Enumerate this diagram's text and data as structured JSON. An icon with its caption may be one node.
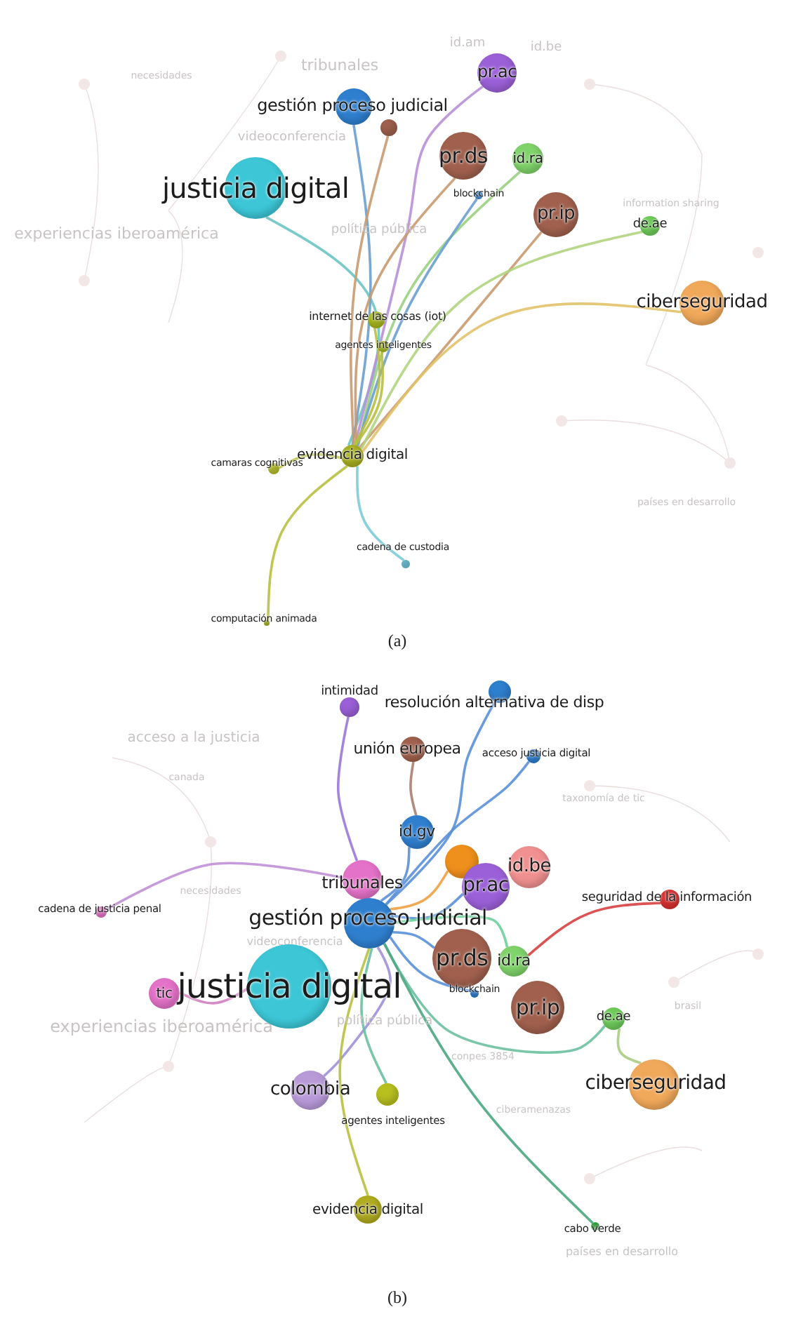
{
  "diagram": {
    "nodes": [
      {
        "text": [
          "justicia digital"
        ]
      },
      {
        "text": [
          "gestión proceso judicial"
        ]
      },
      {
        "text": [],
        "shape": "circle"
      },
      {
        "text": [
          "pr.ac"
        ]
      },
      {
        "text": [
          "pr.ds"
        ]
      },
      {
        "text": [
          "id.ra"
        ]
      },
      {
        "text": [
          "blockchain"
        ]
      },
      {
        "text": [
          "pr.ip"
        ]
      },
      {
        "text": [
          "de.ae"
        ]
      },
      {
        "text": [
          "ciberseguridad"
        ]
      },
      {
        "text": [
          "internet de las cosas (iot)"
        ]
      },
      {
        "text": [
          "agentes inteligentes"
        ]
      },
      {
        "text": [
          "evidencia digital"
        ]
      },
      {
        "text": [
          "camaras cognitivas"
        ]
      },
      {
        "text": [
          "cadena de custodia"
        ]
      },
      {
        "text": [
          "computación animada"
        ]
      },
      {
        "text": [
          "intimidad"
        ]
      },
      {
        "text": [
          "resolución alternativa de disp"
        ]
      },
      {
        "text": [
          "unión europea"
        ]
      },
      {
        "text": [
          "acceso justicia digital"
        ]
      },
      {
        "text": [
          "id.gv"
        ]
      },
      {
        "text": [],
        "shape": "circle"
      },
      {
        "text": [
          "tribunales"
        ]
      },
      {
        "text": [
          "pr.ac"
        ]
      },
      {
        "text": [
          "id.be"
        ]
      },
      {
        "text": [
          "cadena de justicia penal"
        ]
      },
      {
        "text": [
          "seguridad de la información"
        ]
      },
      {
        "text": [
          "gestión proceso judicial"
        ]
      },
      {
        "text": [
          "pr.ds"
        ]
      },
      {
        "text": [
          "id.ra"
        ]
      },
      {
        "text": [
          "blockchain"
        ]
      },
      {
        "text": [
          "tic"
        ]
      },
      {
        "text": [
          "justicia digital"
        ]
      },
      {
        "text": [
          "pr.ip"
        ]
      },
      {
        "text": [
          "de.ae"
        ]
      },
      {
        "text": [
          "colombia"
        ]
      },
      {
        "text": [
          "ciberseguridad"
        ]
      },
      {
        "text": [
          "agentes inteligentes"
        ]
      },
      {
        "text": [
          "evidencia digital"
        ]
      },
      {
        "text": [
          "cabo verde"
        ]
      }
    ],
    "edges": [
      {
        "from": 12,
        "to": 0,
        "arrow": "none",
        "color": "#6cc4c4"
      },
      {
        "from": 12,
        "to": 1,
        "arrow": "none",
        "color": "#6a9fd0"
      },
      {
        "from": 12,
        "to": 2,
        "arrow": "none",
        "color": "#c89a70"
      },
      {
        "from": 12,
        "to": 3,
        "arrow": "none",
        "color": "#b890d8"
      },
      {
        "from": 12,
        "to": 4,
        "arrow": "none",
        "color": "#c89a70"
      },
      {
        "from": 12,
        "to": 5,
        "arrow": "none",
        "color": "#9ad080"
      },
      {
        "from": 12,
        "to": 6,
        "arrow": "none",
        "color": "#6a9fd0"
      },
      {
        "from": 12,
        "to": 7,
        "arrow": "none",
        "color": "#c89a70"
      },
      {
        "from": 12,
        "to": 8,
        "arrow": "none",
        "color": "#b0d480"
      },
      {
        "from": 12,
        "to": 9,
        "arrow": "none",
        "color": "#e2c268"
      },
      {
        "from": 12,
        "to": 10,
        "arrow": "none",
        "color": "#b8c040"
      },
      {
        "from": 12,
        "to": 11,
        "arrow": "none",
        "color": "#b8c040"
      },
      {
        "from": 12,
        "to": 13,
        "arrow": "none",
        "color": "#b8c040"
      },
      {
        "from": 12,
        "to": 14,
        "arrow": "none",
        "color": "#7ccbd8"
      },
      {
        "from": 12,
        "to": 15,
        "arrow": "none",
        "color": "#b8c040"
      },
      {
        "from": 22,
        "to": 16,
        "arrow": "none",
        "color": "#9a78d8"
      },
      {
        "from": 27,
        "to": 17,
        "arrow": "none",
        "color": "#5a90d8"
      },
      {
        "from": 27,
        "to": 19,
        "arrow": "none",
        "color": "#5a90d8"
      },
      {
        "from": 18,
        "to": 20,
        "arrow": "none",
        "color": "#a88070"
      },
      {
        "from": 27,
        "to": 20,
        "arrow": "none",
        "color": "#5a90d8"
      },
      {
        "from": 27,
        "to": 21,
        "arrow": "none",
        "color": "#f0a040"
      },
      {
        "from": 27,
        "to": 23,
        "arrow": "none",
        "color": "#5a90d8"
      },
      {
        "from": 25,
        "to": 22,
        "arrow": "none",
        "color": "#c090d8"
      },
      {
        "from": 26,
        "to": 29,
        "arrow": "none",
        "color": "#d84040"
      },
      {
        "from": 27,
        "to": 28,
        "arrow": "none",
        "color": "#5a90d8"
      },
      {
        "from": 27,
        "to": 29,
        "arrow": "none",
        "color": "#6ccf9a"
      },
      {
        "from": 27,
        "to": 30,
        "arrow": "none",
        "color": "#5a90d8"
      },
      {
        "from": 31,
        "to": 32,
        "arrow": "none",
        "color": "#d080c0"
      },
      {
        "from": 27,
        "to": 34,
        "arrow": "none",
        "color": "#6cc0a0"
      },
      {
        "from": 34,
        "to": 36,
        "arrow": "none",
        "color": "#a8cc80"
      },
      {
        "from": 27,
        "to": 35,
        "arrow": "none",
        "color": "#a090d8"
      },
      {
        "from": 27,
        "to": 37,
        "arrow": "none",
        "color": "#6cc0a0"
      },
      {
        "from": 27,
        "to": 38,
        "arrow": "none",
        "color": "#b8c040"
      },
      {
        "from": 27,
        "to": 39,
        "arrow": "none",
        "color": "#4aa880"
      }
    ],
    "labels": [
      "tribunales",
      "id.am",
      "id.be",
      "necesidades",
      "videoconferencia",
      "experiencias iberoamérica",
      "política pública",
      "information sharing",
      "países en desarrollo",
      "(a)",
      "acceso a la justicia",
      "canada",
      "taxonomía de tic",
      "necesidades",
      "videoconferencia",
      "experiencias iberoamérica",
      "política pública",
      "conpes 3854",
      "brasil",
      "ciberamenazas",
      "países en desarrollo",
      "(b)"
    ]
  }
}
